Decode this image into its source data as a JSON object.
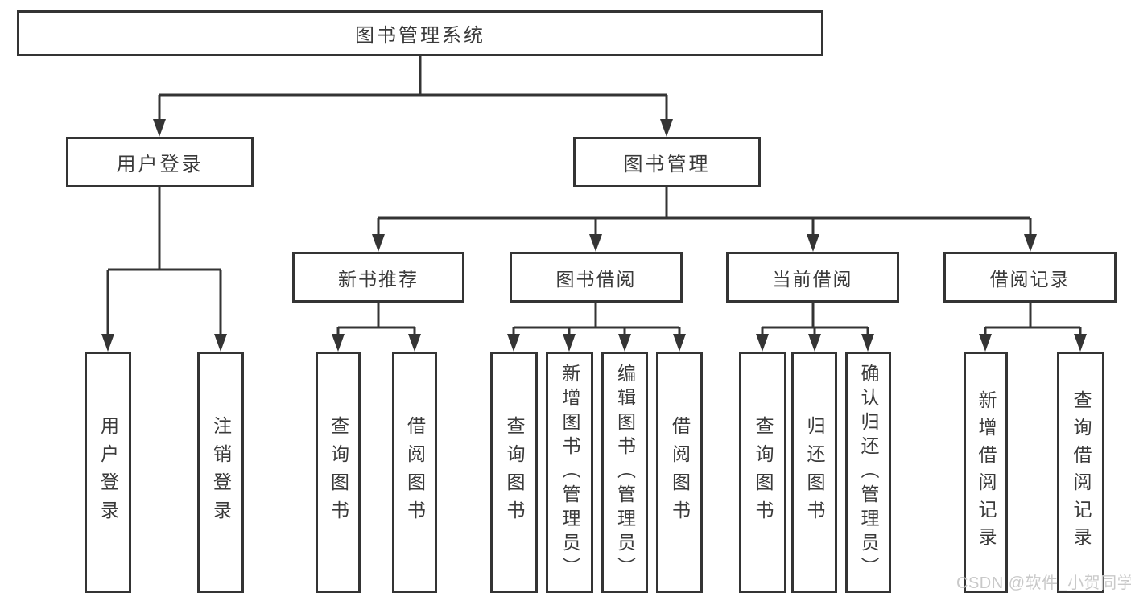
{
  "colors": {
    "background": "#ffffff",
    "line": "#343434",
    "box_border": "#343434",
    "text": "#3a3a3a",
    "watermark_text": "#c9c9c9"
  },
  "watermark": {
    "text": "CSDN @软件_小贺同学"
  },
  "tree": {
    "label": "图书管理系统",
    "children": [
      {
        "label": "用户登录",
        "children": [
          {
            "label": "用户登录"
          },
          {
            "label": "注销登录"
          }
        ]
      },
      {
        "label": "图书管理",
        "children": [
          {
            "label": "新书推荐",
            "children": [
              {
                "label": "查询图书"
              },
              {
                "label": "借阅图书"
              }
            ]
          },
          {
            "label": "图书借阅",
            "children": [
              {
                "label": "查询图书"
              },
              {
                "label": "新增图书（管理员）"
              },
              {
                "label": "编辑图书（管理员）"
              },
              {
                "label": "借阅图书"
              }
            ]
          },
          {
            "label": "当前借阅",
            "children": [
              {
                "label": "查询图书"
              },
              {
                "label": "归还图书"
              },
              {
                "label": "确认归还（管理员）"
              }
            ]
          },
          {
            "label": "借阅记录",
            "children": [
              {
                "label": "新增借阅记录"
              },
              {
                "label": "查询借阅记录"
              }
            ]
          }
        ]
      }
    ]
  }
}
